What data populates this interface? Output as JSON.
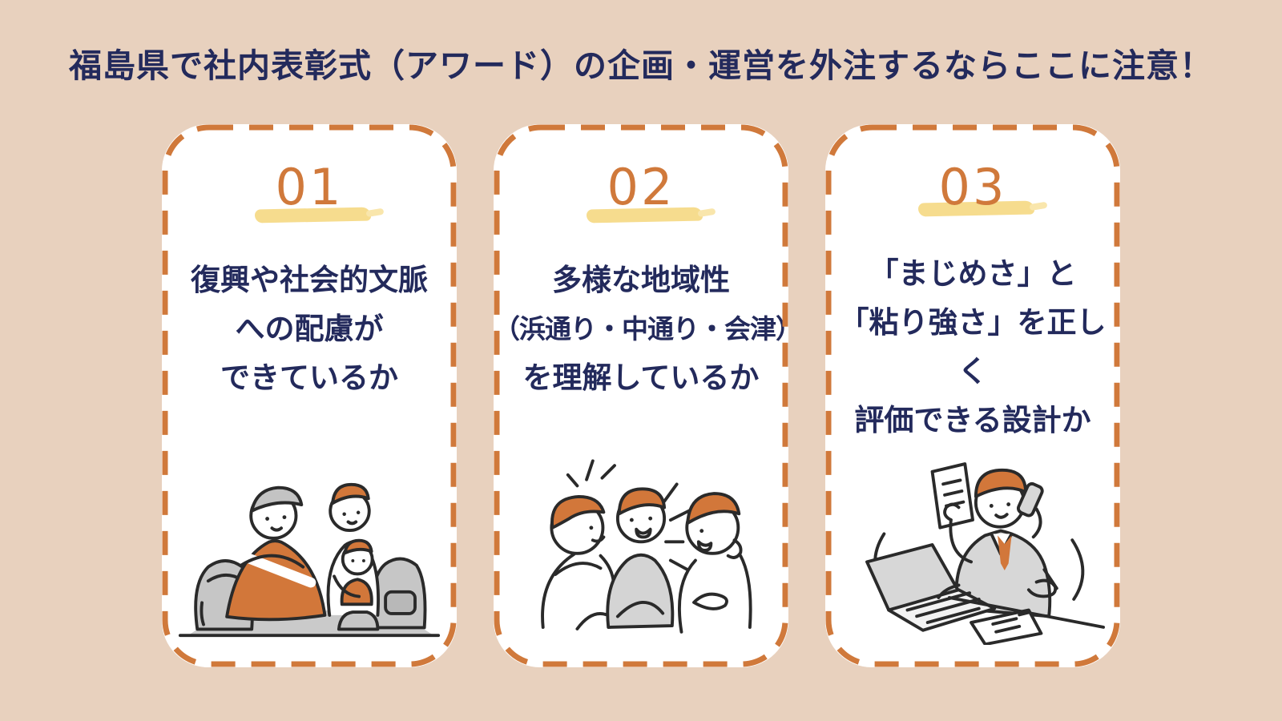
{
  "page": {
    "title": "福島県で社内表彰式（アワード）の企画・運営を外注するならここに注意！"
  },
  "colors": {
    "background": "#E8D1BE",
    "card_background": "#FFFFFF",
    "dashed_border_orange": "#D0793B",
    "number_orange": "#D0793B",
    "highlight_yellow": "#F6DC8E",
    "text_navy": "#232A5C",
    "illustration_orange": "#D2773A",
    "illustration_gray": "#CDCDCD",
    "line_black": "#2A2A2A"
  },
  "cards": [
    {
      "number": "01",
      "lines": [
        "復興や社会的文脈",
        "への配慮が",
        "できているか"
      ],
      "illustration": "evacuee-family-with-blanket-and-backpacks-illustration"
    },
    {
      "number": "02",
      "lines": [
        "多様な地域性",
        "（浜通り・中通り・会津）",
        "を理解しているか"
      ],
      "illustration": "three-people-talking-illustration"
    },
    {
      "number": "03",
      "lines": [
        "「まじめさ」と",
        "「粘り強さ」を正しく",
        "評価できる設計か"
      ],
      "illustration": "busy-businessman-at-desk-illustration"
    }
  ]
}
